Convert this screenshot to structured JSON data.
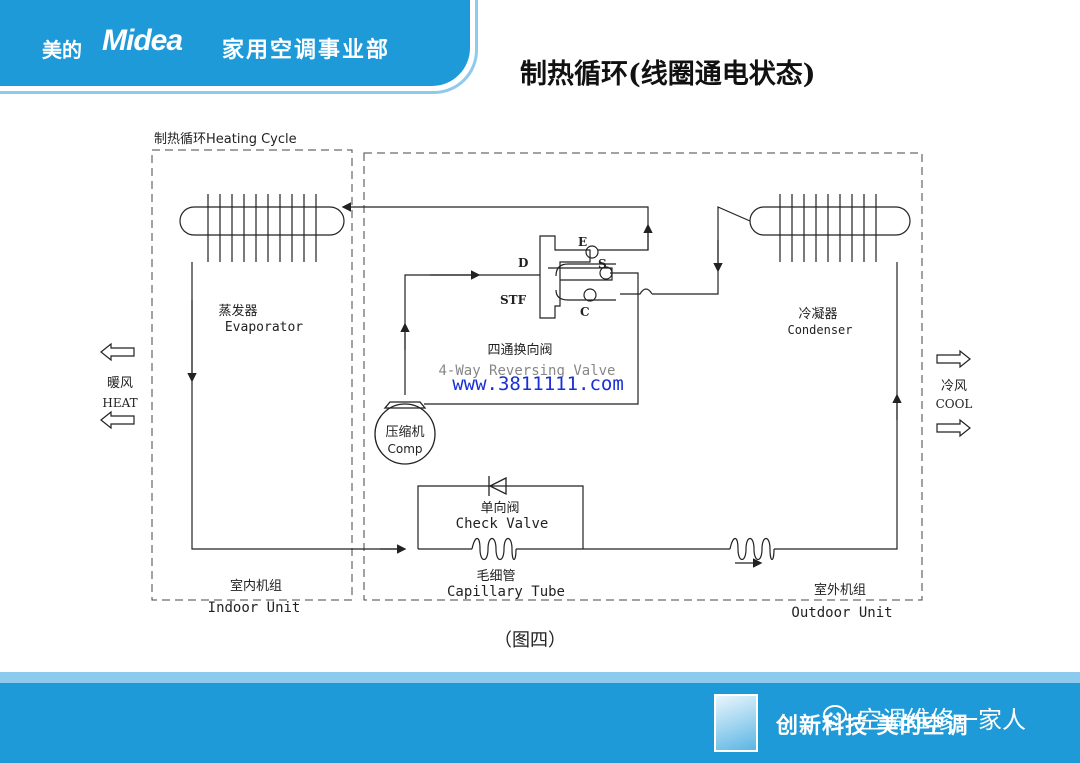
{
  "header": {
    "brand_cn": "美的",
    "brand_logo_text": "Midea",
    "division": "家用空调事业部"
  },
  "slide_title": "制热循环(线圈通电状态)",
  "diagram": {
    "cycle_label": "制热循环Heating Cycle",
    "evaporator_cn": "蒸发器",
    "evaporator_en": "Evaporator",
    "condenser_cn": "冷凝器",
    "condenser_en": "Condenser",
    "valve_cn": "四通换向阀",
    "valve_en": "4-Way Reversing Valve",
    "valve_port_e": "E",
    "valve_port_d": "D",
    "valve_port_s": "S",
    "valve_port_c": "C",
    "valve_stf": "STF",
    "watermark_url": "www.3811111.com",
    "compressor_cn": "压缩机",
    "compressor_en": "Comp",
    "check_valve_cn": "单向阀",
    "check_valve_en": "Check Valve",
    "capillary_cn": "毛细管",
    "capillary_en": "Capillary Tube",
    "indoor_cn": "室内机组",
    "indoor_en": "Indoor Unit",
    "outdoor_cn": "室外机组",
    "outdoor_en": "Outdoor Unit",
    "heat_cn": "暖风",
    "heat_en": "HEAT",
    "cool_cn": "冷风",
    "cool_en": "COOL",
    "figure_caption": "（图四）"
  },
  "footer": {
    "slogan": "创新科技 美的空调",
    "wechat_account": "空调维修一家人"
  },
  "colors": {
    "brand_blue": "#1e9ad8",
    "watermark_blue": "#1a2fd6"
  }
}
